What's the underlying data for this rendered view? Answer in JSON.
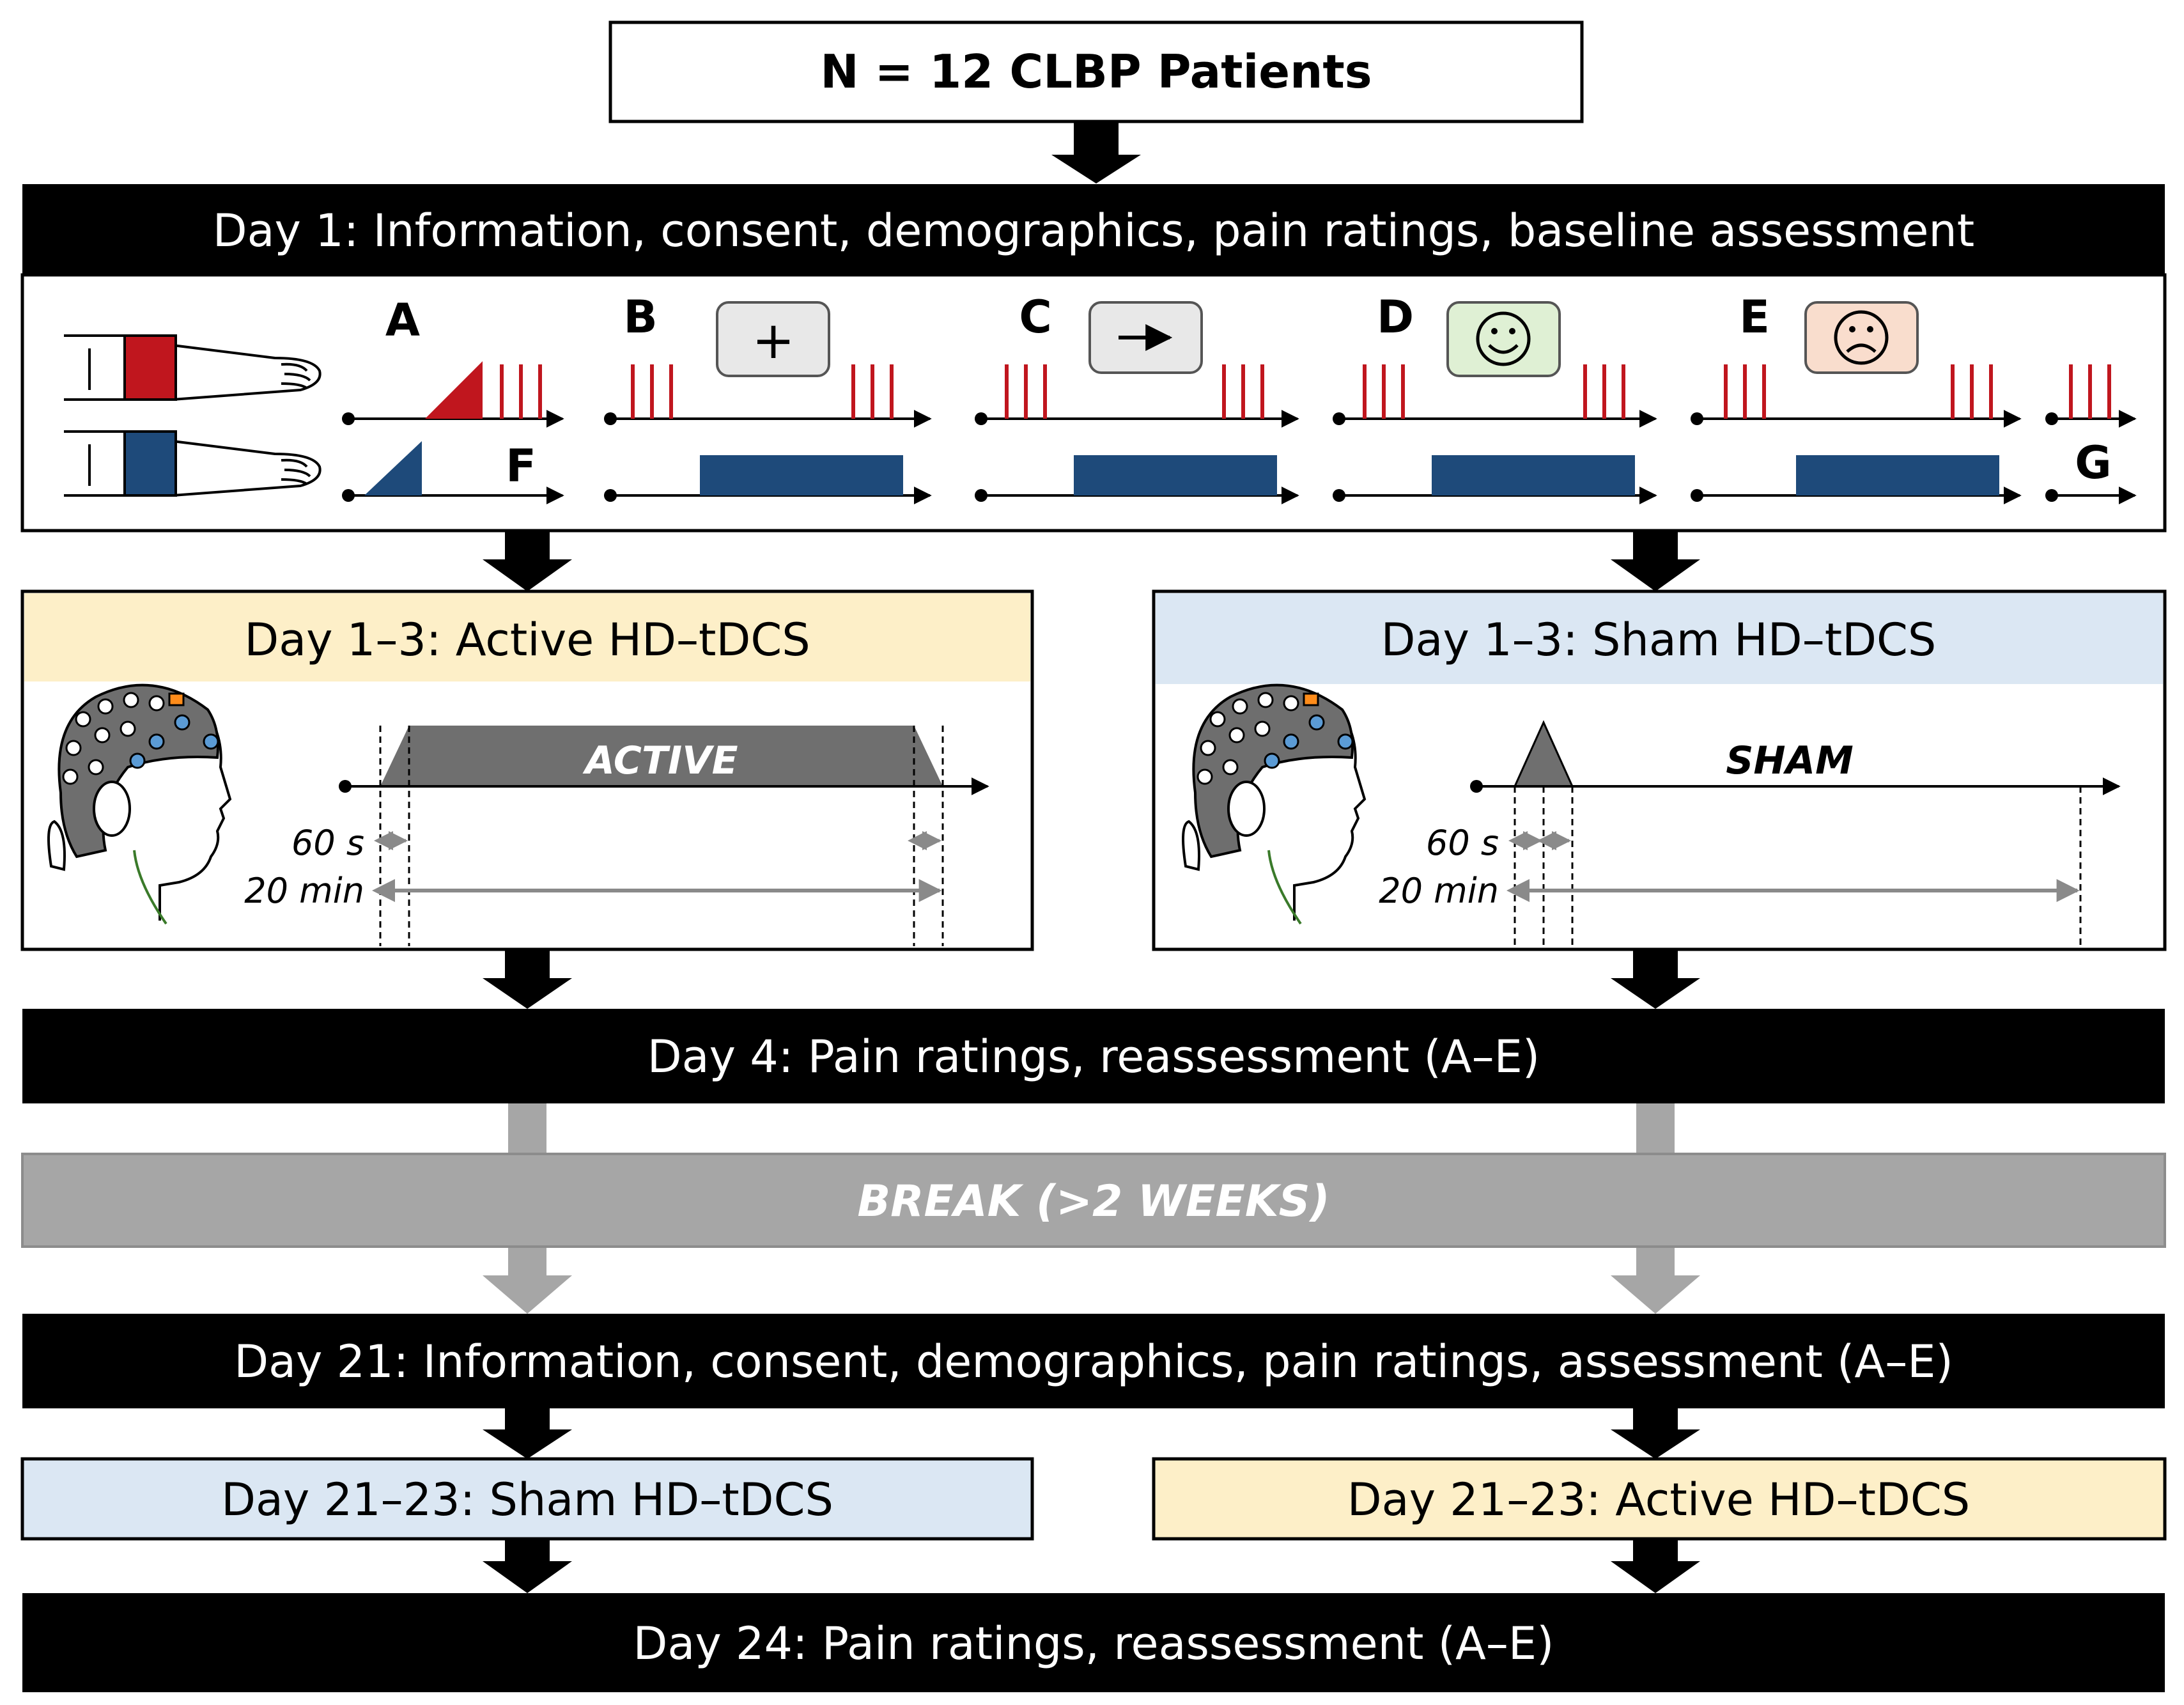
{
  "header": {
    "title": "N = 12 CLBP Patients"
  },
  "day1": {
    "title": "Day 1: Information, consent, demographics, pain ratings, baseline assessment",
    "panel_labels": [
      "A",
      "B",
      "C",
      "D",
      "E",
      "F",
      "G"
    ]
  },
  "active_block": {
    "title": "Day 1–3: Active HD–tDCS",
    "stim_label": "ACTIVE",
    "ramp_label": "60 s",
    "duration_label": "20 min"
  },
  "sham_block": {
    "title": "Day 1–3: Sham HD–tDCS",
    "stim_label": "SHAM",
    "ramp_label": "60 s",
    "duration_label": "20 min"
  },
  "day4": {
    "title": "Day 4: Pain ratings, reassessment (A–E)"
  },
  "break": {
    "label": "BREAK (>2 WEEKS)"
  },
  "day21": {
    "title": "Day 21: Information, consent, demographics, pain ratings, assessment (A–E)"
  },
  "day21_sham": {
    "title": "Day 21–23: Sham HD–tDCS"
  },
  "day21_active": {
    "title": "Day 21–23: Active HD–tDCS"
  },
  "day24": {
    "title": "Day 24: Pain ratings, reassessment (A–E)"
  },
  "colors": {
    "black": "#000000",
    "active_bg": "#fdefc8",
    "sham_bg": "#dbe7f3",
    "break_gray": "#a6a6a6",
    "pain_red": "#c0161e",
    "cond_blue": "#1e4a7a",
    "cap_gray": "#6e6e6e",
    "stim_gray": "#6f6f6f",
    "happy_bg": "#dff0d4",
    "sad_bg": "#f9ddcd",
    "neutral_bg": "#e8e8e8"
  },
  "icons": {
    "cue_b": "plus-icon",
    "cue_c": "arrow-right-icon",
    "cue_d": "smiley-icon",
    "cue_e": "frown-icon",
    "legs": "legs-with-cuffs-icon",
    "head": "eeg-cap-head-icon"
  }
}
